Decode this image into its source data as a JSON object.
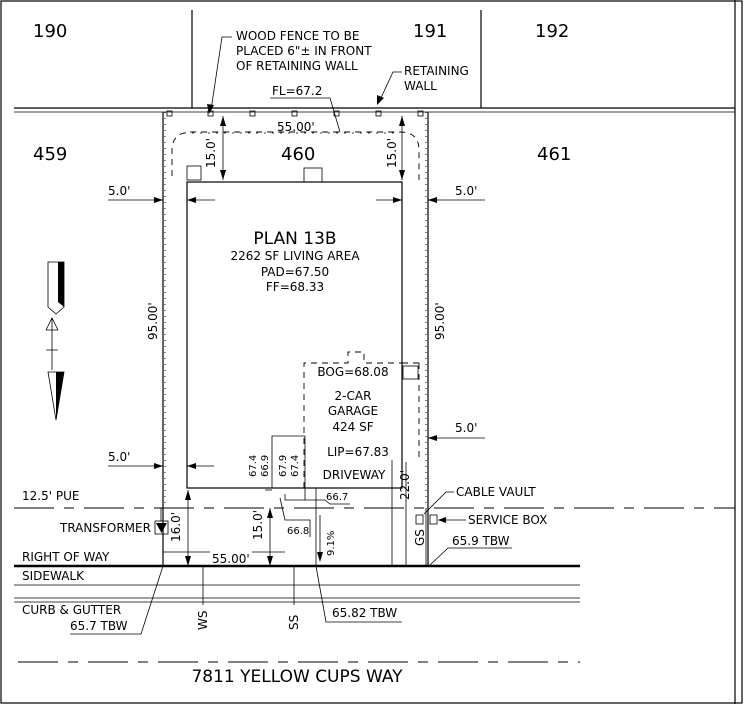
{
  "lots": {
    "l190": "190",
    "l191": "191",
    "l192": "192",
    "l459": "459",
    "l460": "460",
    "l461": "461"
  },
  "notes": {
    "fence_1": "WOOD FENCE TO BE",
    "fence_2": "PLACED 6\"± IN FRONT",
    "fence_3": "OF RETAINING WALL",
    "retaining_1": "RETAINING",
    "retaining_2": "WALL",
    "fl": "FL=67.2"
  },
  "dimensions": {
    "rear_width": "55.00'",
    "front_width": "55.00'",
    "rear_setback_left": "15.0'",
    "rear_setback_right": "15.0'",
    "side_top_left": "5.0'",
    "side_top_right": "5.0'",
    "side_bottom_left": "5.0'",
    "side_bottom_right": "5.0'",
    "depth_left": "95.00'",
    "depth_right": "95.00'",
    "driveway_depth": "22.0'",
    "front_setback": "15.0'",
    "pue_depth": "16.0'",
    "slope": "9.1%"
  },
  "house": {
    "plan": "PLAN 13B",
    "area": "2262 SF LIVING AREA",
    "pad": "PAD=67.50",
    "ff": "FF=68.33"
  },
  "garage": {
    "bog": "BOG=68.08",
    "line1": "2-CAR",
    "line2": "GARAGE",
    "line3": "424 SF",
    "lip": "LIP=67.83",
    "driveway": "DRIVEWAY"
  },
  "grades": {
    "g674a": "67.4",
    "g669": "66.9",
    "g679": "67.9",
    "g674b": "67.4",
    "g667": "66.7",
    "g668": "66.8"
  },
  "labels": {
    "pue": "12.5' PUE",
    "transformer": "TRANSFORMER",
    "row": "RIGHT OF WAY",
    "sidewalk": "SIDEWALK",
    "curb_1": "CURB & GUTTER",
    "curb_2": "65.7 TBW",
    "cable": "CABLE VAULT",
    "service": "SERVICE BOX",
    "tbw_659": "65.9 TBW",
    "tbw_6582": "65.82 TBW",
    "ws": "WS",
    "ss": "SS",
    "gs": "GS",
    "street": "7811 YELLOW CUPS WAY"
  }
}
